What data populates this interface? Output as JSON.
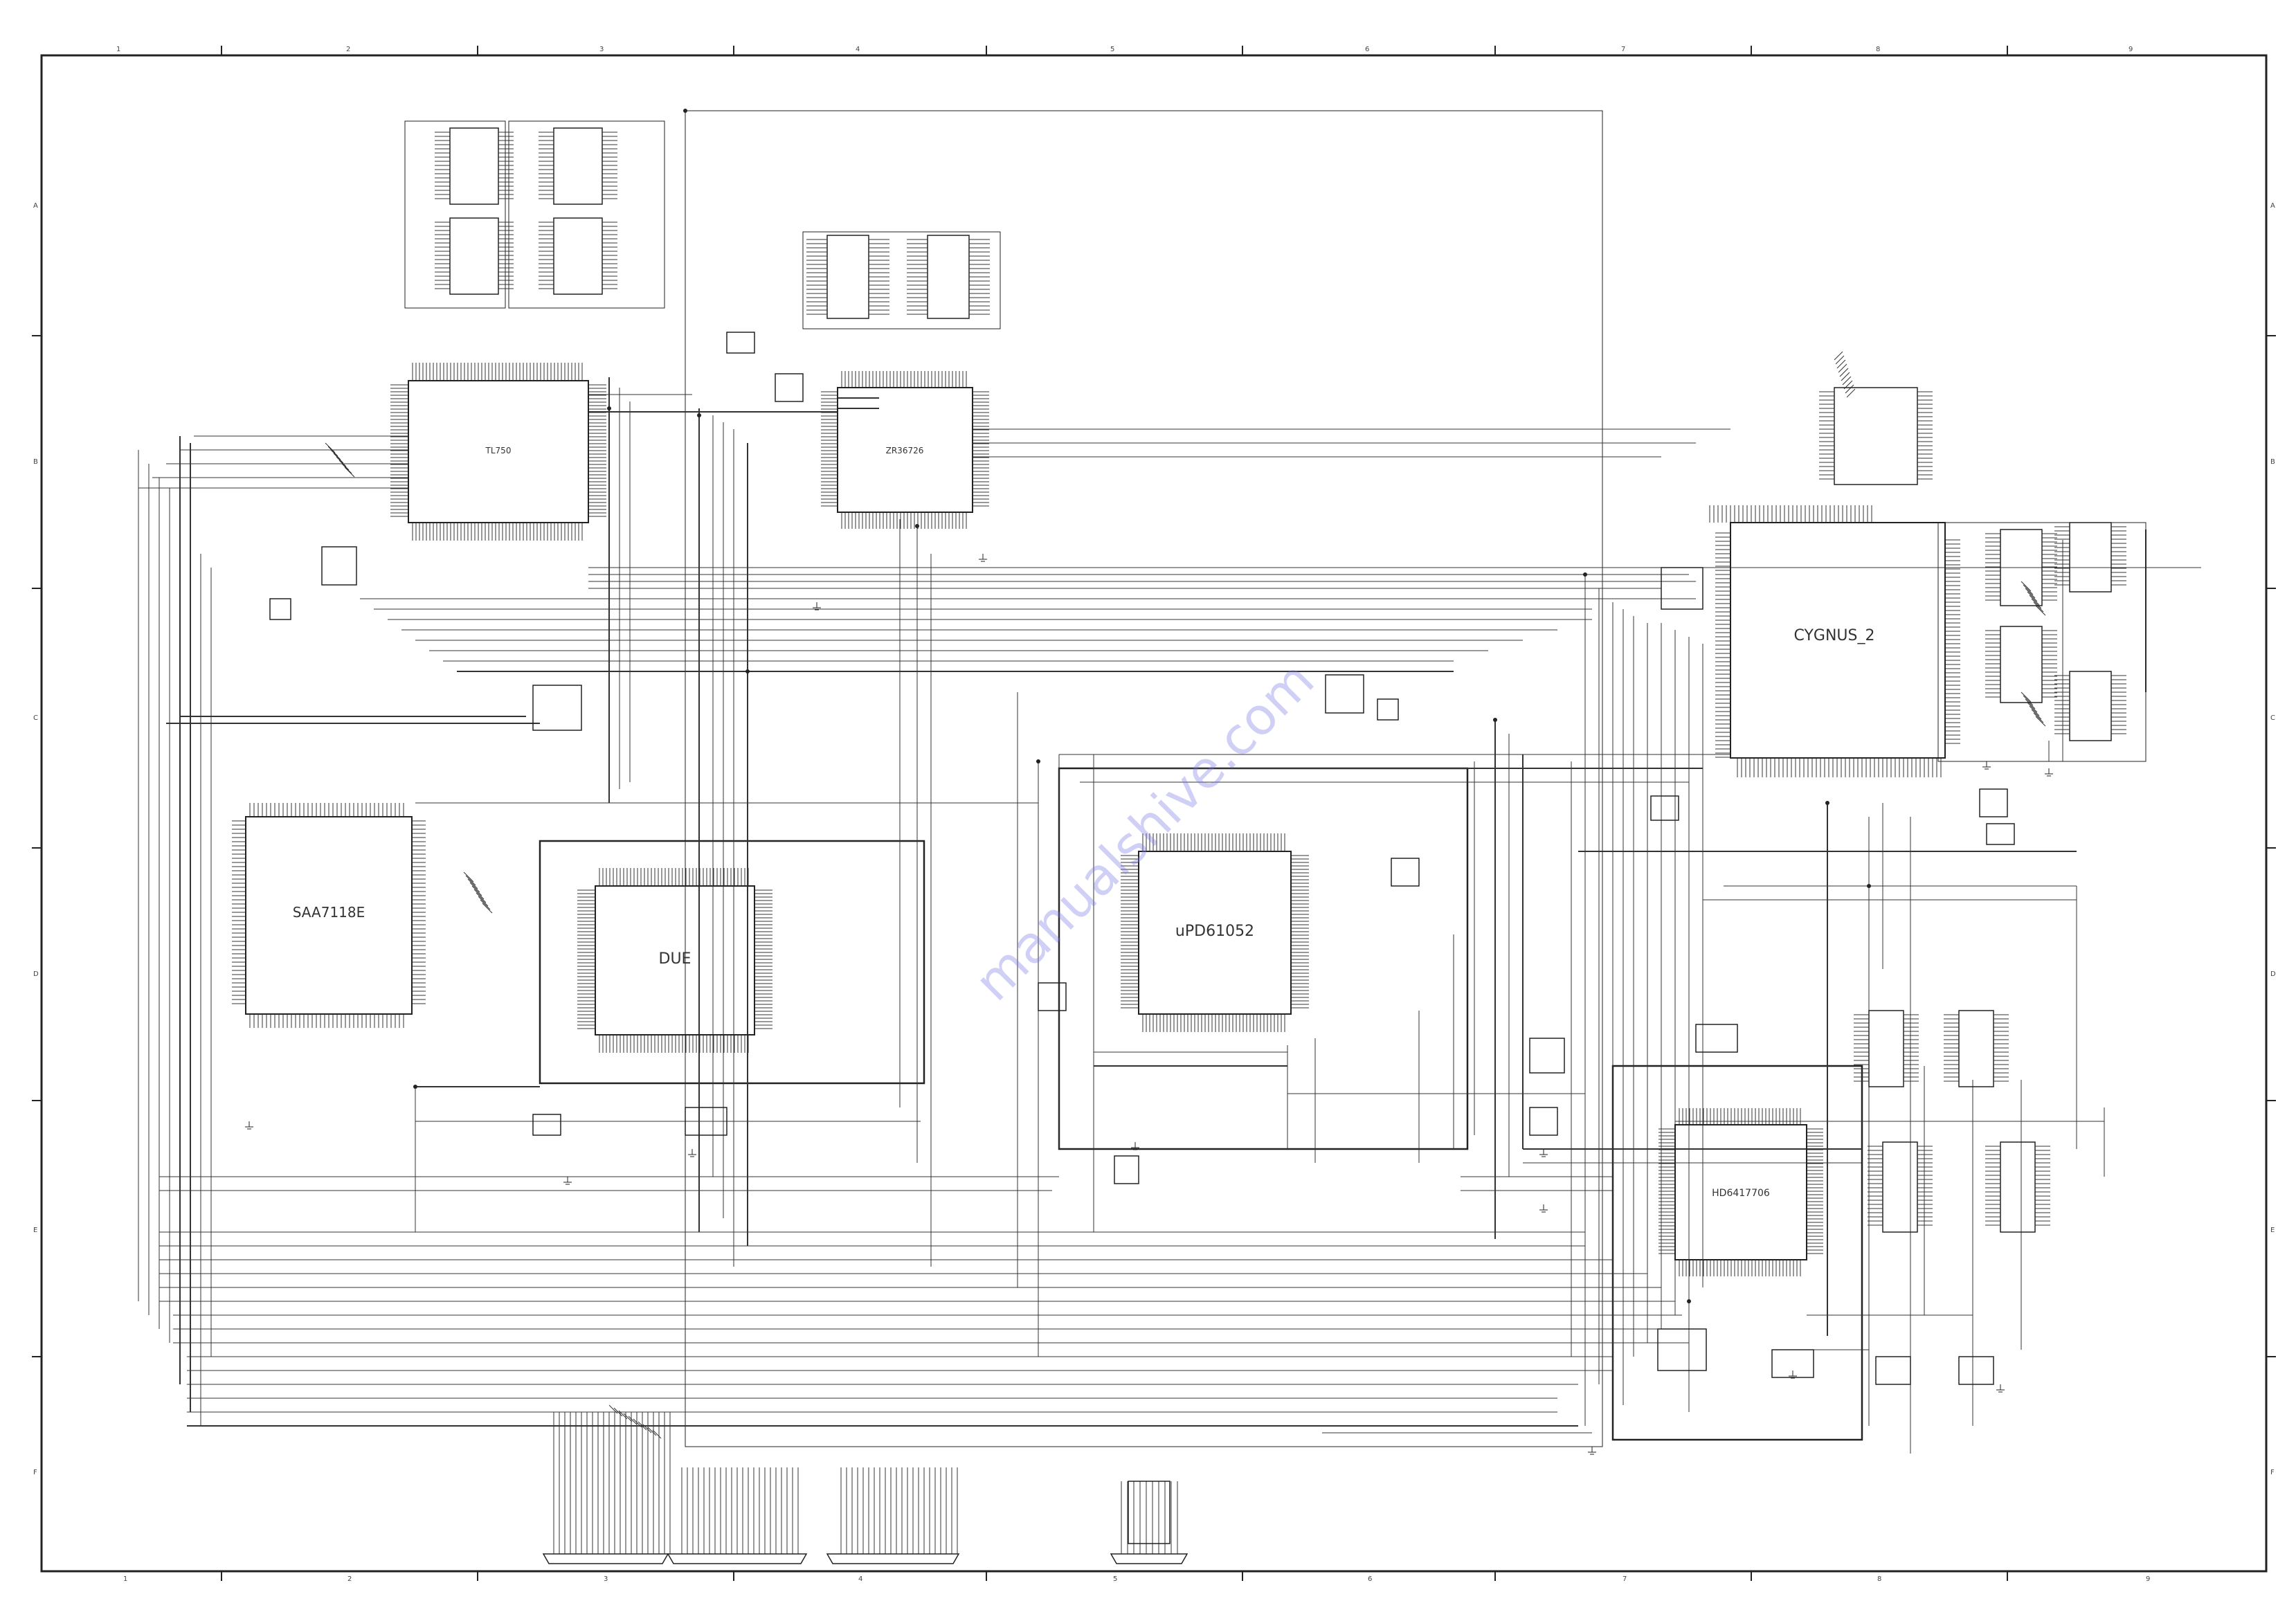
{
  "schematic": {
    "chips": [
      {
        "id": "tl750",
        "label": "TL750"
      },
      {
        "id": "zr36726",
        "label": "ZR36726"
      },
      {
        "id": "saa7118e",
        "label": "SAA7118E"
      },
      {
        "id": "due",
        "label": "DUE"
      },
      {
        "id": "upd61052",
        "label": "uPD61052"
      },
      {
        "id": "cygnus2",
        "label": "CYGNUS_2"
      },
      {
        "id": "hd64177",
        "label": "HD6417706"
      }
    ],
    "zone_columns_top": [
      "1",
      "2",
      "3",
      "4",
      "5",
      "6",
      "7",
      "8",
      "9"
    ],
    "zone_columns_bottom": [
      "1",
      "2",
      "3",
      "4",
      "5",
      "6",
      "7",
      "8",
      "9"
    ],
    "zone_rows": [
      "A",
      "B",
      "C",
      "D",
      "E",
      "F"
    ],
    "watermark": "manualshive.com"
  }
}
